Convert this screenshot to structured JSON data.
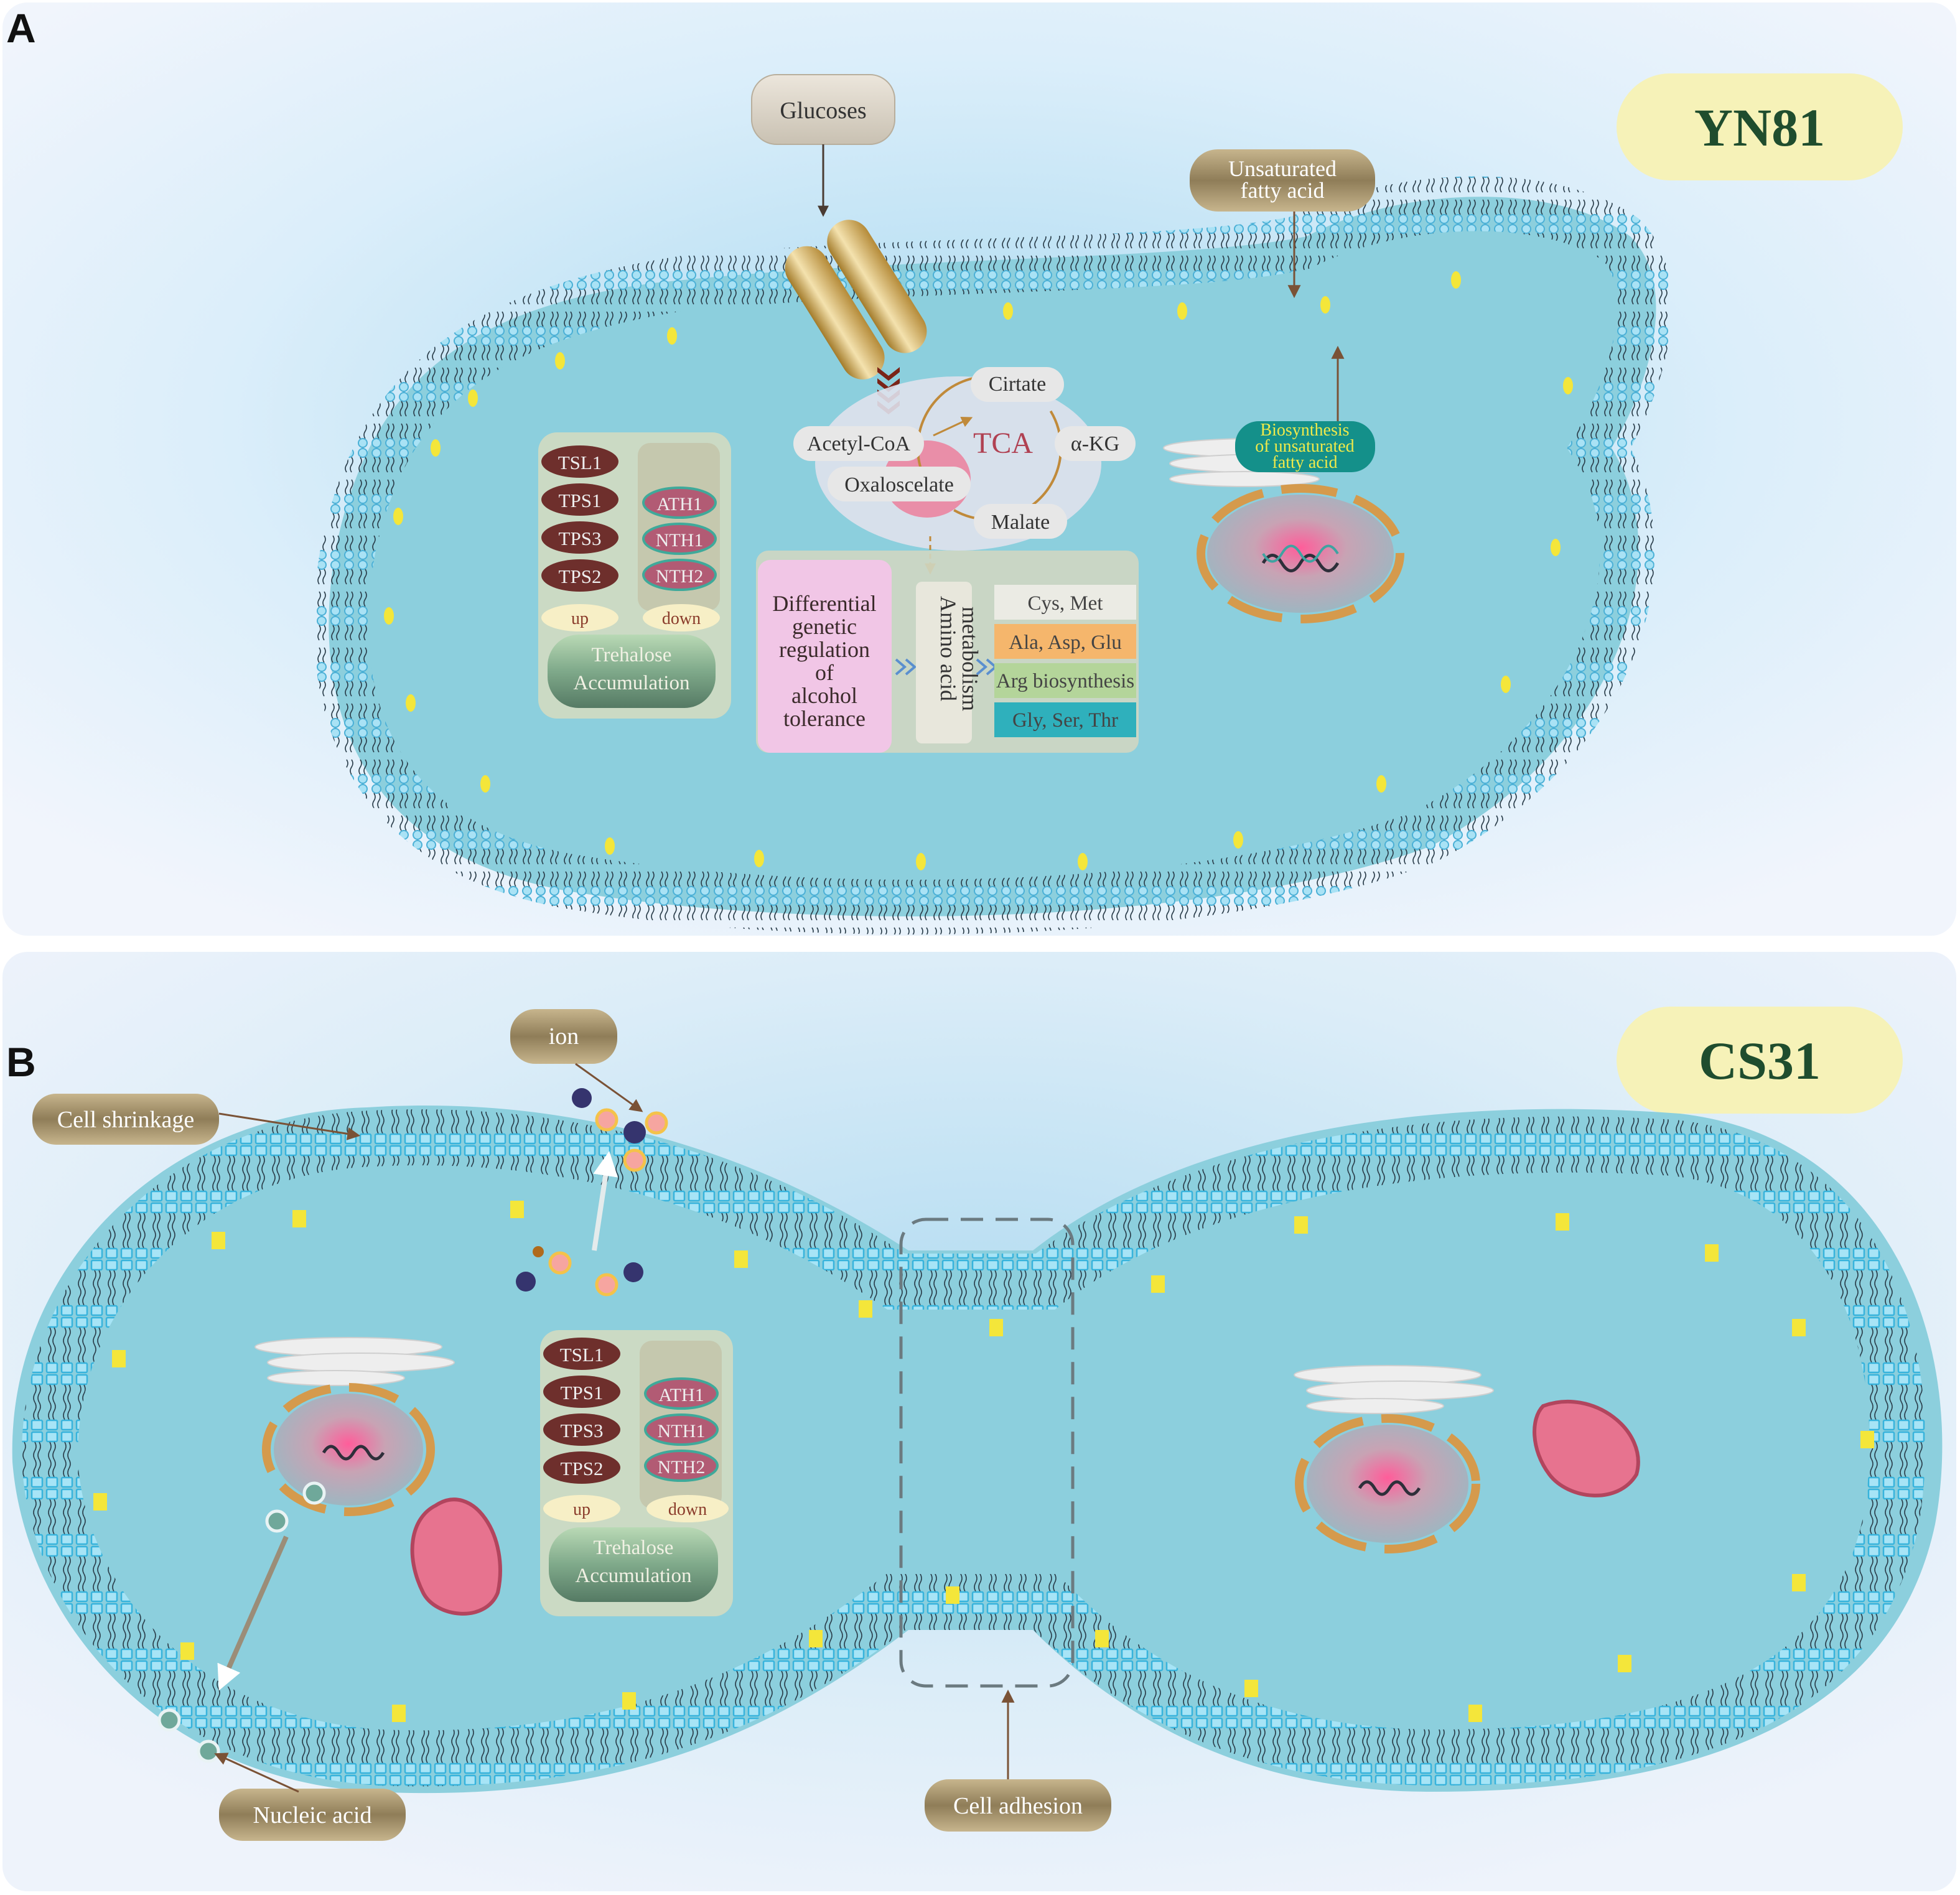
{
  "panels": {
    "a": {
      "letter": "A",
      "strain": "YN81"
    },
    "b": {
      "letter": "B",
      "strain": "CS31"
    }
  },
  "panel_a": {
    "glucoses": "Glucoses",
    "ufa": [
      "Unsaturated",
      "fatty acid"
    ],
    "biosynthesis": [
      "Biosynthesis",
      "of unsaturated",
      "fatty acid"
    ],
    "tca": {
      "center": "TCA",
      "cirtate": "Cirtate",
      "akg": "α-KG",
      "malate": "Malate",
      "oxaloscelate": "Oxaloscelate",
      "acetyl": "Acetyl-CoA"
    },
    "trehalose": {
      "up_genes": [
        "TSL1",
        "TPS1",
        "TPS3",
        "TPS2"
      ],
      "down_genes": [
        "ATH1",
        "NTH1",
        "NTH2"
      ],
      "up": "up",
      "down": "down",
      "accumulation": [
        "Trehalose",
        "Accumulation"
      ]
    },
    "regulation": [
      "Differential",
      "genetic",
      "regulation",
      "of",
      "alcohol",
      "tolerance"
    ],
    "amino_acid": [
      "Amino acid",
      "metabolism"
    ],
    "pathways": [
      "Cys, Met",
      "Ala, Asp, Glu",
      "Arg biosynthesis",
      "Gly, Ser, Thr"
    ]
  },
  "panel_b": {
    "ion": "ion",
    "shrinkage": "Cell shrinkage",
    "nucleic": "Nucleic acid",
    "adhesion": "Cell adhesion",
    "trehalose": {
      "up_genes": [
        "TSL1",
        "TPS1",
        "TPS3",
        "TPS2"
      ],
      "down_genes": [
        "ATH1",
        "NTH1",
        "NTH2"
      ],
      "up": "up",
      "down": "down",
      "accumulation": [
        "Trehalose",
        "Accumulation"
      ]
    }
  },
  "colors": {
    "cell": "#8fcfdd",
    "membrane_dot": "#7fd0ea",
    "yellow": "#f4e63a",
    "badge": "#f6f2b8",
    "label_pill": "#9b8a66",
    "gene_up": "#6e2f2c",
    "gene_down": "#b25b74"
  }
}
